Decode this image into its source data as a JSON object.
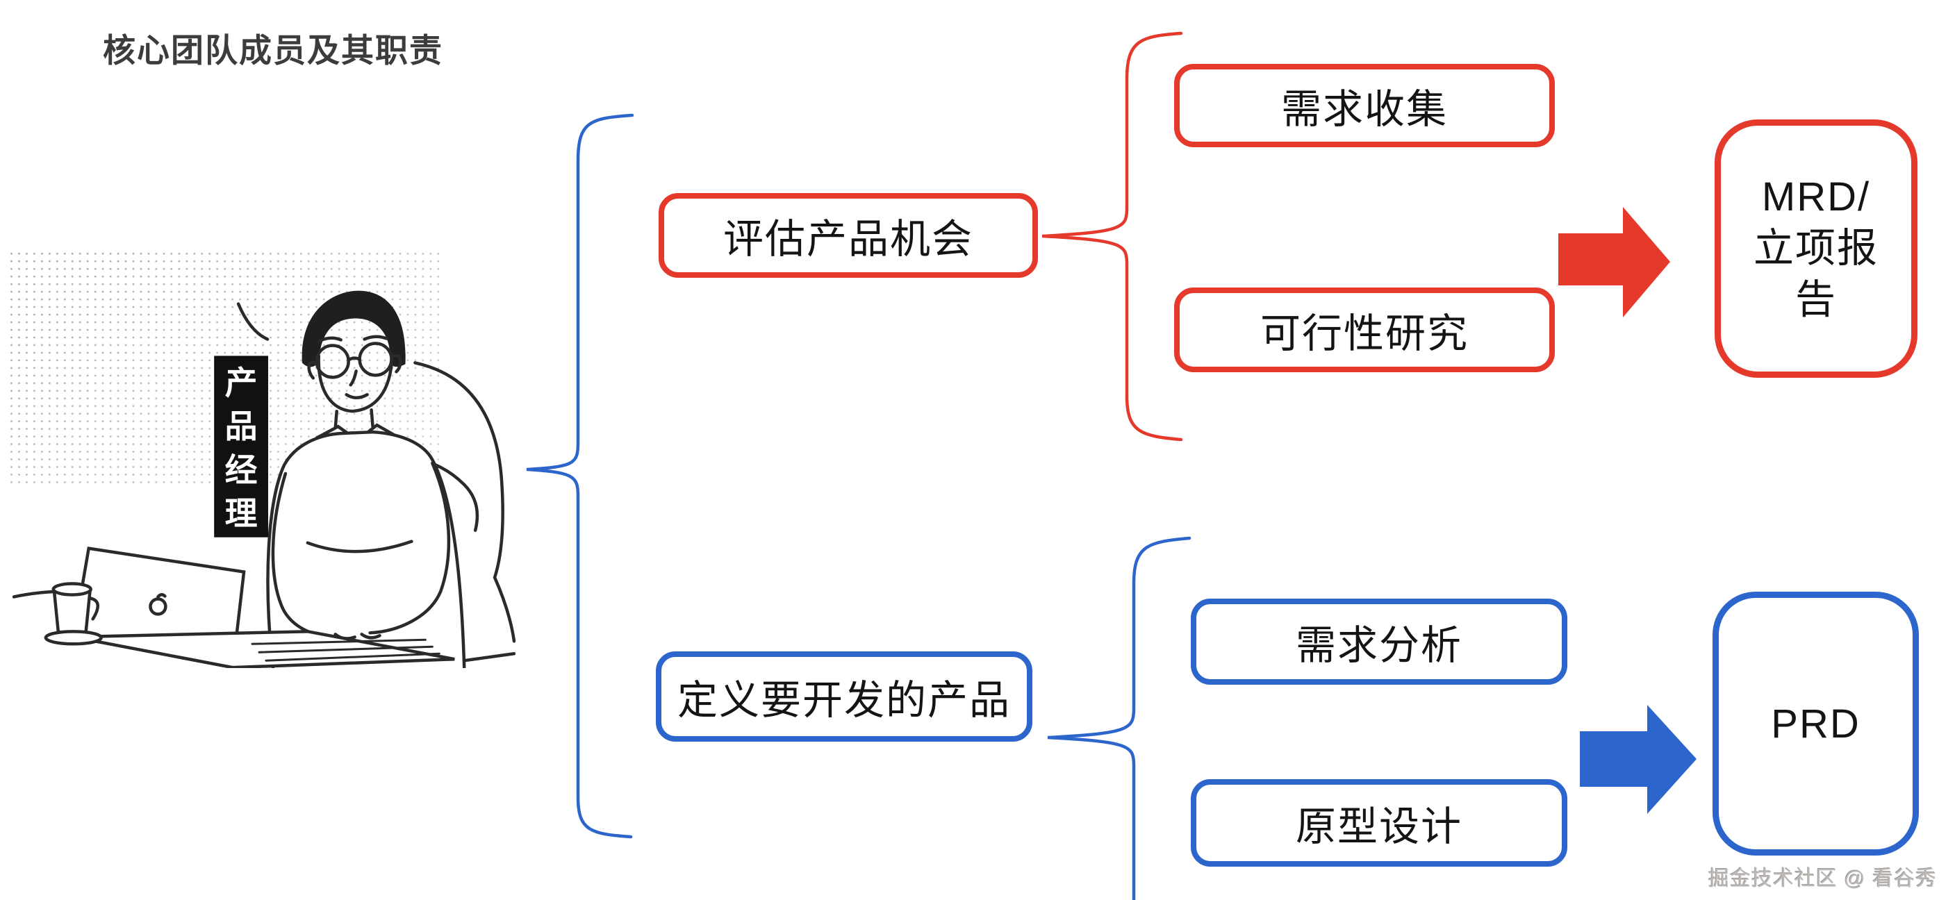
{
  "title": "核心团队成员及其职责",
  "watermark": "掘金技术社区 @ 看谷秀",
  "role_image": {
    "name": "product-manager-cartoon",
    "label_vertical": "产品经理",
    "chars": [
      "产",
      "品",
      "经",
      "理"
    ]
  },
  "colors": {
    "red": "#e5392b",
    "blue": "#2c65cc",
    "text": "#141414",
    "title": "#3c3c3c",
    "watermark": "#bdb9b7",
    "banner_bg": "#111111"
  },
  "diagram": {
    "root": "产品经理",
    "branches": [
      {
        "id": "evaluate",
        "color": "red",
        "phase": "评估产品机会",
        "tasks": [
          "需求收集",
          "可行性研究"
        ],
        "output": "MRD/立项报告",
        "output_lines": [
          "MRD/",
          "立项报",
          "告"
        ]
      },
      {
        "id": "define",
        "color": "blue",
        "phase": "定义要开发的产品",
        "tasks": [
          "需求分析",
          "原型设计"
        ],
        "output": "PRD",
        "output_lines": [
          "PRD"
        ]
      }
    ]
  }
}
